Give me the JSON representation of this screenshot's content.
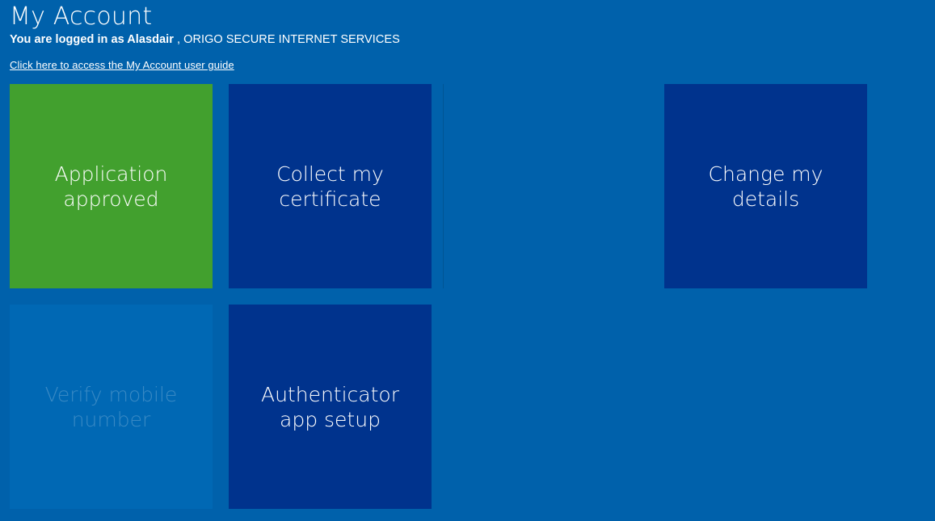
{
  "page": {
    "title": "My Account",
    "background_color": "#0061ab"
  },
  "header": {
    "title": "My Account",
    "login_prefix": "You are logged in as ",
    "user_name": "Alasdair",
    "organisation": " , ORIGO SECURE INTERNET SERVICES",
    "guide_link": "Click here to access the My Account user guide"
  },
  "tiles": [
    {
      "id": "application-approved",
      "label": "Application\napproved",
      "state": "approved",
      "color": "#42a02e",
      "interactable": true
    },
    {
      "id": "collect-my-certificate",
      "label": "Collect my\ncertificate",
      "state": "enabled",
      "color": "#00338d",
      "interactable": true
    },
    {
      "id": "change-my-details",
      "label": "Change my\ndetails",
      "state": "enabled",
      "color": "#00338d",
      "interactable": true
    },
    {
      "id": "verify-mobile-number",
      "label": "Verify mobile\nnumber",
      "state": "disabled",
      "color": "#0068b4",
      "interactable": false
    },
    {
      "id": "authenticator-app-setup",
      "label": "Authenticator\napp setup",
      "state": "enabled",
      "color": "#00338d",
      "interactable": true
    }
  ]
}
